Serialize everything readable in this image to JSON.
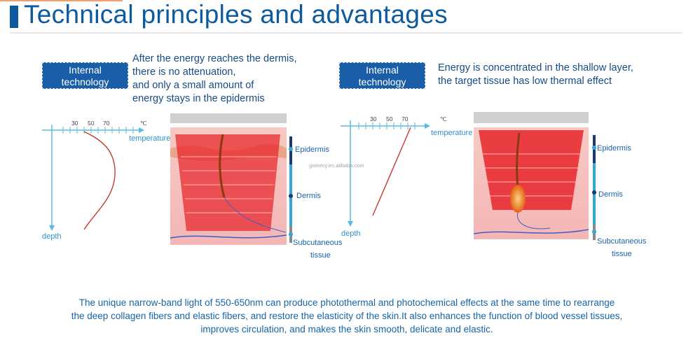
{
  "title": "Technical principles and advantages",
  "left_panel": {
    "badge_line1": "Internal",
    "badge_line2": "technology",
    "desc_lines": [
      "After the energy reaches the dermis,",
      "there is no attenuation,",
      "and only a small amount of",
      "energy stays in the epidermis"
    ],
    "ticks": [
      "30",
      "50",
      "70"
    ],
    "unit": "℃",
    "x_axis_label": "temperature",
    "y_axis_label": "depth",
    "layers": [
      "Epidermis",
      "Dermis",
      "Subcutaneous",
      "tissue"
    ]
  },
  "right_panel": {
    "badge_line1": "Internal",
    "badge_line2": "technology",
    "desc_lines": [
      "Energy is concentrated in the shallow layer,",
      "the target tissue has low thermal effect"
    ],
    "ticks": [
      "30",
      "50",
      "70"
    ],
    "unit": "℃",
    "x_axis_label": "temperature",
    "y_axis_label": "depth",
    "layers": [
      "Epidermis",
      "Dermis",
      "Subcutaneous",
      "tissue"
    ]
  },
  "watermark": "gomecy.en.alibaba.com",
  "bottom_text": [
    "The unique narrow-band light of 550-650nm can produce photothermal and photochemical effects at the same time to rearrange",
    "the deep collagen fibers and elastic fibers, and restore the elasticity of the skin.It also enhances the function of blood vessel tissues,",
    "improves circulation, and makes the skin smooth, delicate and elastic."
  ],
  "colors": {
    "brand_blue": "#0d5b9e",
    "badge_blue": "#1a5ea8",
    "axis_blue": "#5bb8e2",
    "curve_red": "#c43a2e",
    "energy_red": "#e8242a",
    "layer_bar_dark": "#1b3b6e",
    "layer_bar_light": "#36a6d6"
  }
}
